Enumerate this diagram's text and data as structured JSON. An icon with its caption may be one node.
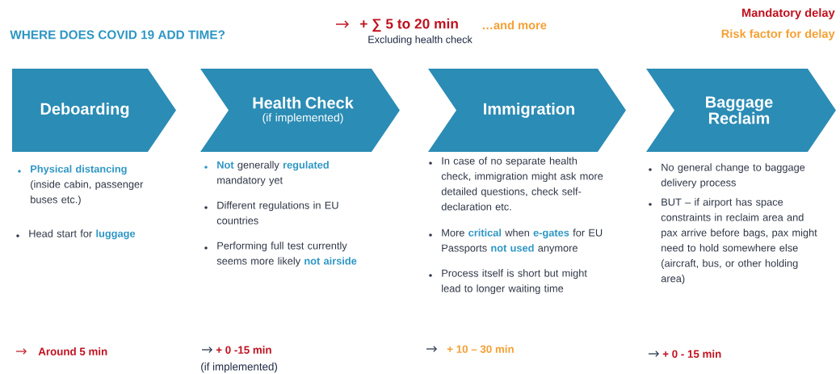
{
  "diagram": {
    "title": "WHERE DOES COVID 19 ADD TIME?",
    "nodes": [
      {
        "text": [
          "Deboarding"
        ],
        "beside": [
          "**Physical distancing** (inside cabin, passenger buses etc.)",
          "Head start for **luggage**"
        ]
      },
      {
        "text": [
          "Health Check",
          "(if implemented)"
        ],
        "beside": [
          "**Not** generally **regulated** mandatory yet",
          "Different regulations in EU countries",
          "Performing full test currently seems more likely **not airside**"
        ]
      },
      {
        "text": [
          "Immigration"
        ],
        "beside": [
          "In case of no separate health check, immigration might ask more detailed questions, check self-declaration etc.",
          "More **critical** when **e-gates** for EU Passports **not used** anymore",
          "Process itself is short but might lead to longer waiting time"
        ]
      },
      {
        "text": [
          "Baggage Reclaim"
        ],
        "beside": [
          "No general change to baggage delivery process",
          "BUT – if airport has space constraints in reclaim area and pax arrive before bags, pax might need to hold somewhere else (aircraft, bus, or other holding area)"
        ]
      }
    ],
    "labels": [
      "+ ∑ 5 to 20 min",
      "…and more",
      "Excluding health check",
      "Around 5 min",
      "+ 0 -15 min",
      "(if implemented)",
      "+ 10 – 30 min",
      "+ 0 - 15 min"
    ],
    "legend": [
      {
        "text": "Mandatory delay",
        "color": "#c0111f"
      },
      {
        "text": "Risk factor for delay",
        "color": "#f5a034"
      }
    ]
  }
}
